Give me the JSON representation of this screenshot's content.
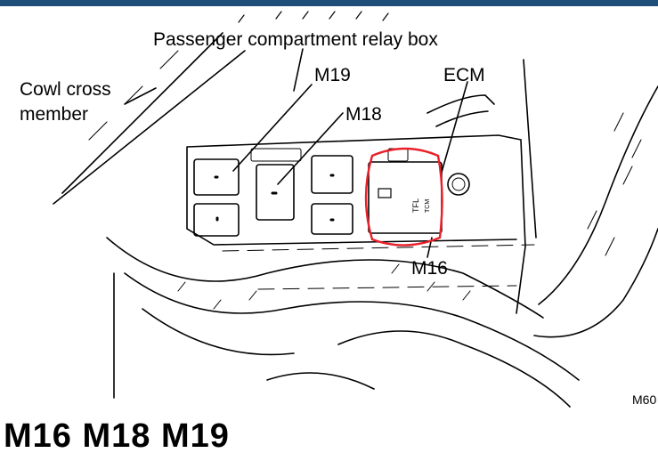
{
  "labels": {
    "relay_box": "Passenger compartment relay box",
    "cowl_line1": "Cowl cross",
    "cowl_line2": "member",
    "m19": "M19",
    "ecm": "ECM",
    "m18": "M18",
    "m16": "M16",
    "figure_code": "M60"
  },
  "relay_marks": {
    "relay_label": "TFL",
    "relay_sub": "TCM"
  },
  "caption": "M16 M18 M19",
  "highlight_color": "#e8202a"
}
